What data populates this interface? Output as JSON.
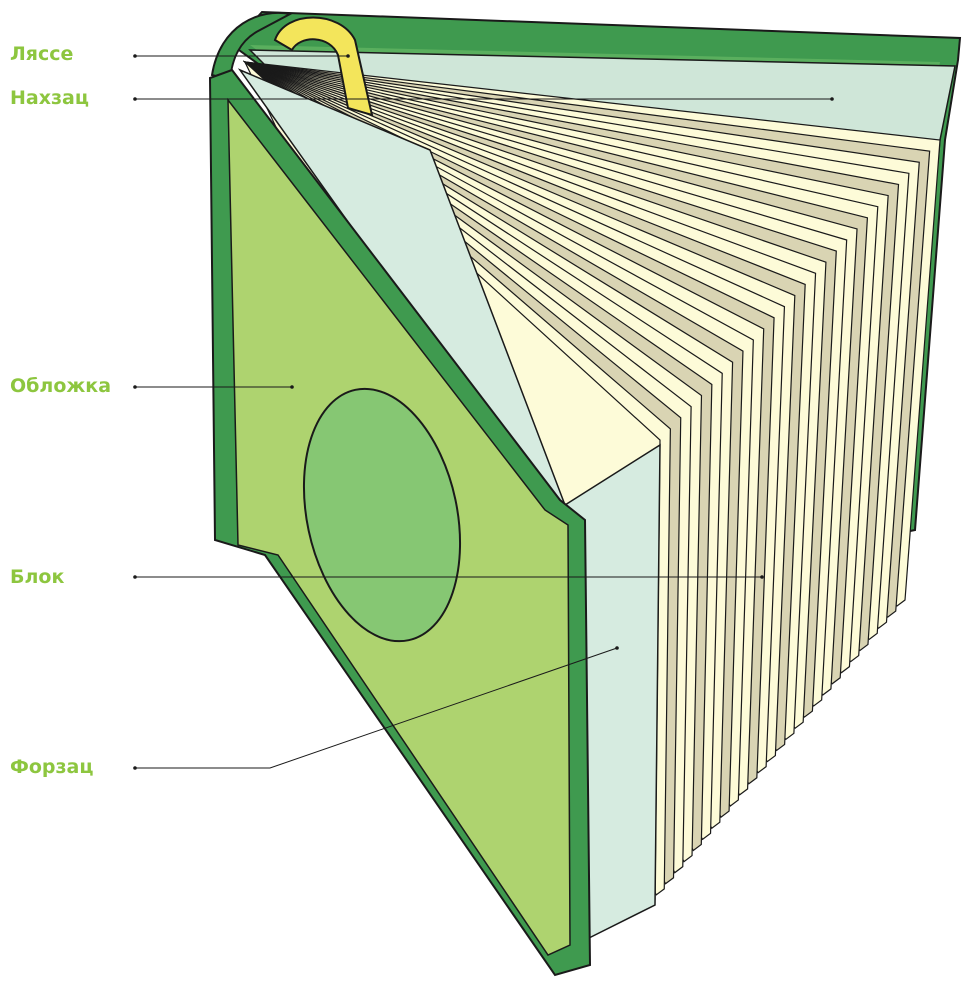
{
  "labels": {
    "lyasse": "Ляссе",
    "nakhzats": "Нахзац",
    "oblozhka": "Обложка",
    "blok": "Блок",
    "forzats": "Форзац"
  },
  "colors": {
    "label_text": "#8dc63f",
    "cover_dark": "#3f9a4f",
    "cover_mid": "#5aaf5e",
    "cover_face": "#aed36f",
    "cover_oval": "#86c773",
    "endpaper": "#d6ebe0",
    "page": "#fdfbd8",
    "page_shadow": "#d9d4b3",
    "ribbon": "#f3e55b",
    "outline": "#1a1a1a"
  }
}
